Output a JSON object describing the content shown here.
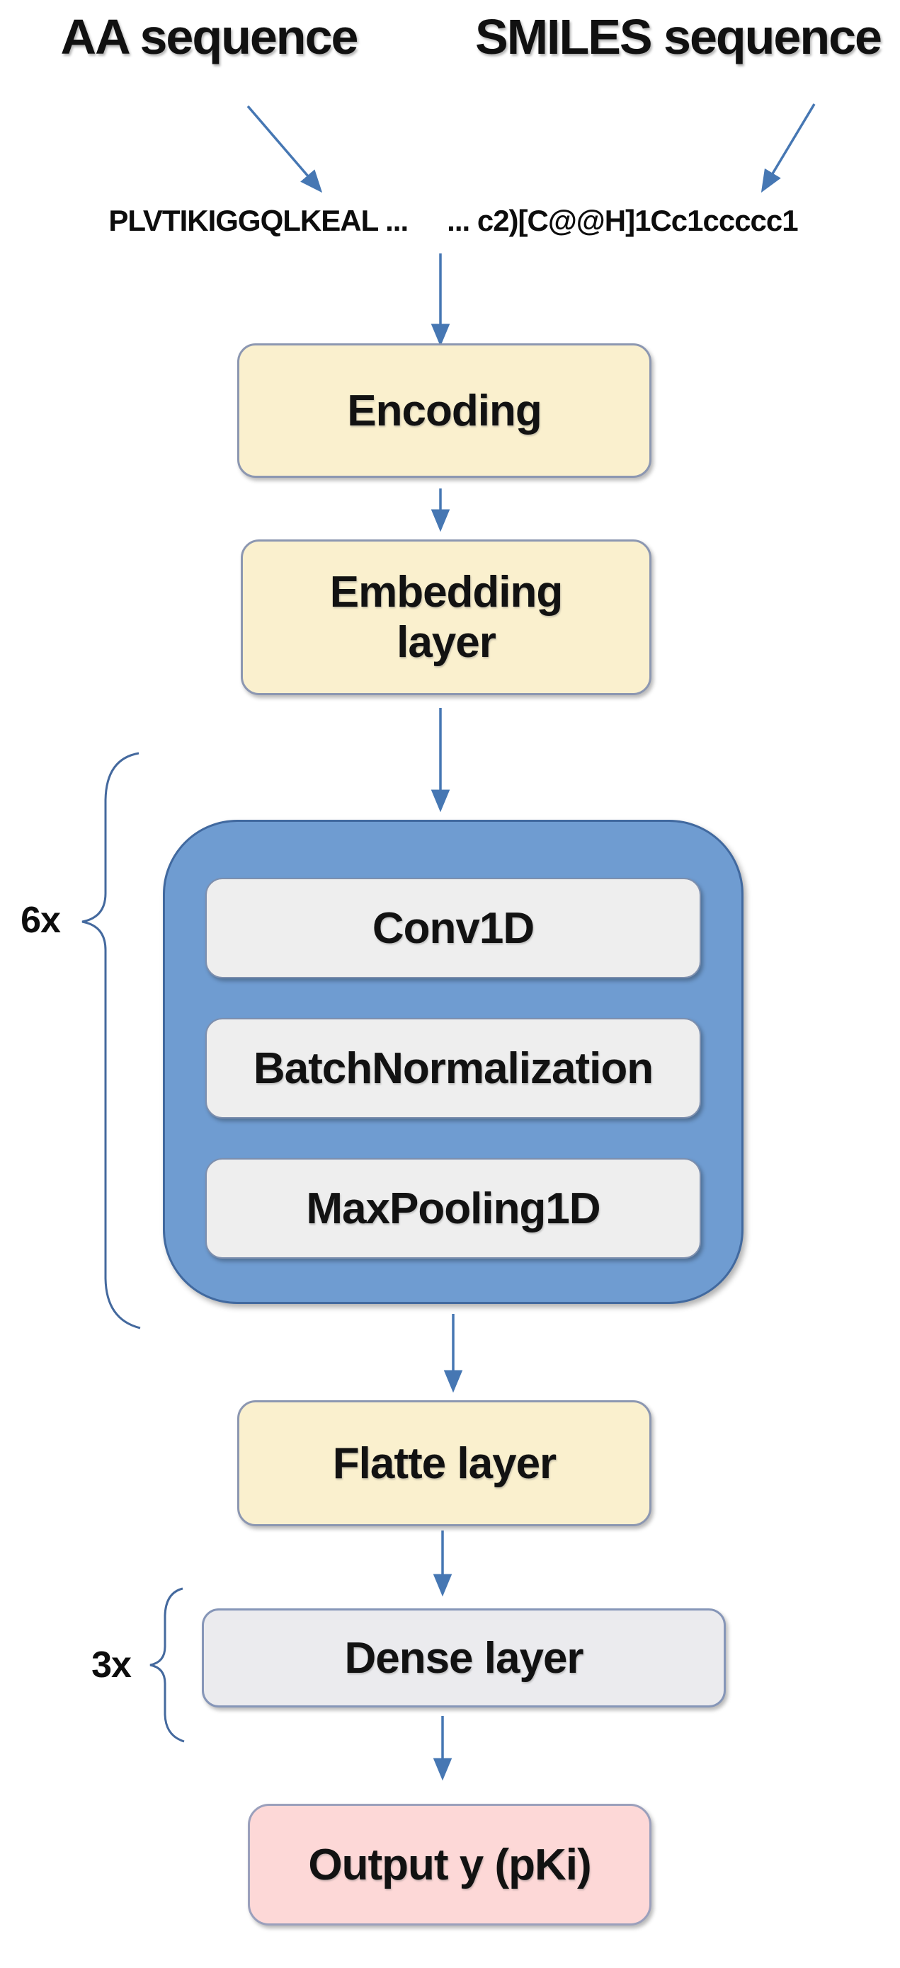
{
  "figure": {
    "title_area": {
      "aa_title": "AA sequence",
      "smiles_title": "SMILES sequence"
    },
    "examples": {
      "aa_example": "PLVTIKIGGQLKEAL ...",
      "smiles_example": "... c2)[C@@H]1Cc1ccccc1"
    },
    "nodes": {
      "encoding": {
        "label": "Encoding"
      },
      "embedding": {
        "label": "Embedding\nlayer"
      },
      "conv_block": {
        "repeat": "6x",
        "layers": [
          "Conv1D",
          "BatchNormalization",
          "MaxPooling1D"
        ]
      },
      "flatten": {
        "label": "Flatte layer"
      },
      "dense": {
        "label": "Dense layer",
        "repeat": "3x"
      },
      "output": {
        "label": "Output y (pKi)"
      }
    },
    "colors": {
      "io_box_fill": "#FAF0CE",
      "blue_container_fill": "#6F9CD1",
      "blue_container_border": "#41699f",
      "layer_box_fill": "#EEEEEE",
      "dense_box_fill": "#EBEBEE",
      "output_box_fill": "#FDD8D7",
      "arrow": "#4677B3",
      "brace": "#44699E",
      "text": "#111111"
    }
  }
}
